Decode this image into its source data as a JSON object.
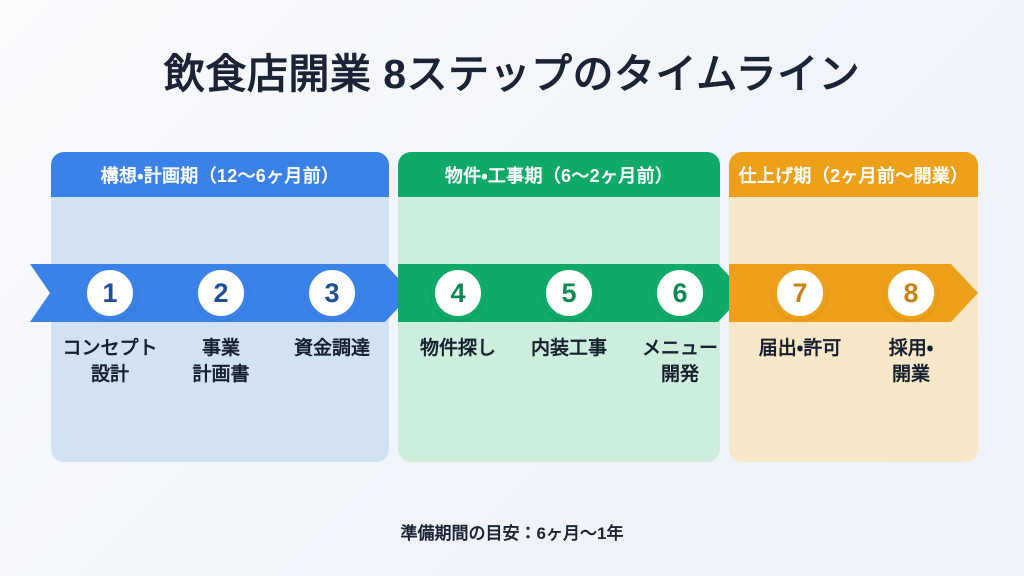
{
  "title": "飲食店開業 8ステップのタイムライン",
  "footer_note": "準備期間の目安：6ヶ月〜1年",
  "colors": {
    "background": "#f2f5fa",
    "blue_strong": "#3b82e8",
    "blue_light": "#d2e2f5",
    "blue_number": "#1f4f99",
    "green_strong": "#0fa968",
    "green_light": "#cdeedd",
    "green_number": "#0a8a53",
    "orange_strong": "#eda01a",
    "orange_light": "#f8e8c8",
    "orange_number": "#c8820f",
    "title_text": "#1b2436",
    "header_text": "#ffffff"
  },
  "phases": [
    {
      "id": "phase-1",
      "header": "構想・計画期（12〜6ヶ月前）",
      "accent": "#3b82e8",
      "panel": "#d2e2f5"
    },
    {
      "id": "phase-2",
      "header": "物件・工事期（6〜2ヶ月前）",
      "accent": "#0fa968",
      "panel": "#cdeedd"
    },
    {
      "id": "phase-3",
      "header": "仕上げ期（2ヶ月前〜開業）",
      "accent": "#eda01a",
      "panel": "#f8e8c8"
    }
  ],
  "steps": [
    {
      "number": "1",
      "label": "コンセプト\n設計",
      "phase": "phase-1"
    },
    {
      "number": "2",
      "label": "事業\n計画書",
      "phase": "phase-1"
    },
    {
      "number": "3",
      "label": "資金調達",
      "phase": "phase-1"
    },
    {
      "number": "4",
      "label": "物件探し",
      "phase": "phase-2"
    },
    {
      "number": "5",
      "label": "内装工事",
      "phase": "phase-2"
    },
    {
      "number": "6",
      "label": "メニュー\n開発",
      "phase": "phase-2"
    },
    {
      "number": "7",
      "label": "届出・許可",
      "phase": "phase-3"
    },
    {
      "number": "8",
      "label": "採用・\n開業",
      "phase": "phase-3"
    }
  ]
}
